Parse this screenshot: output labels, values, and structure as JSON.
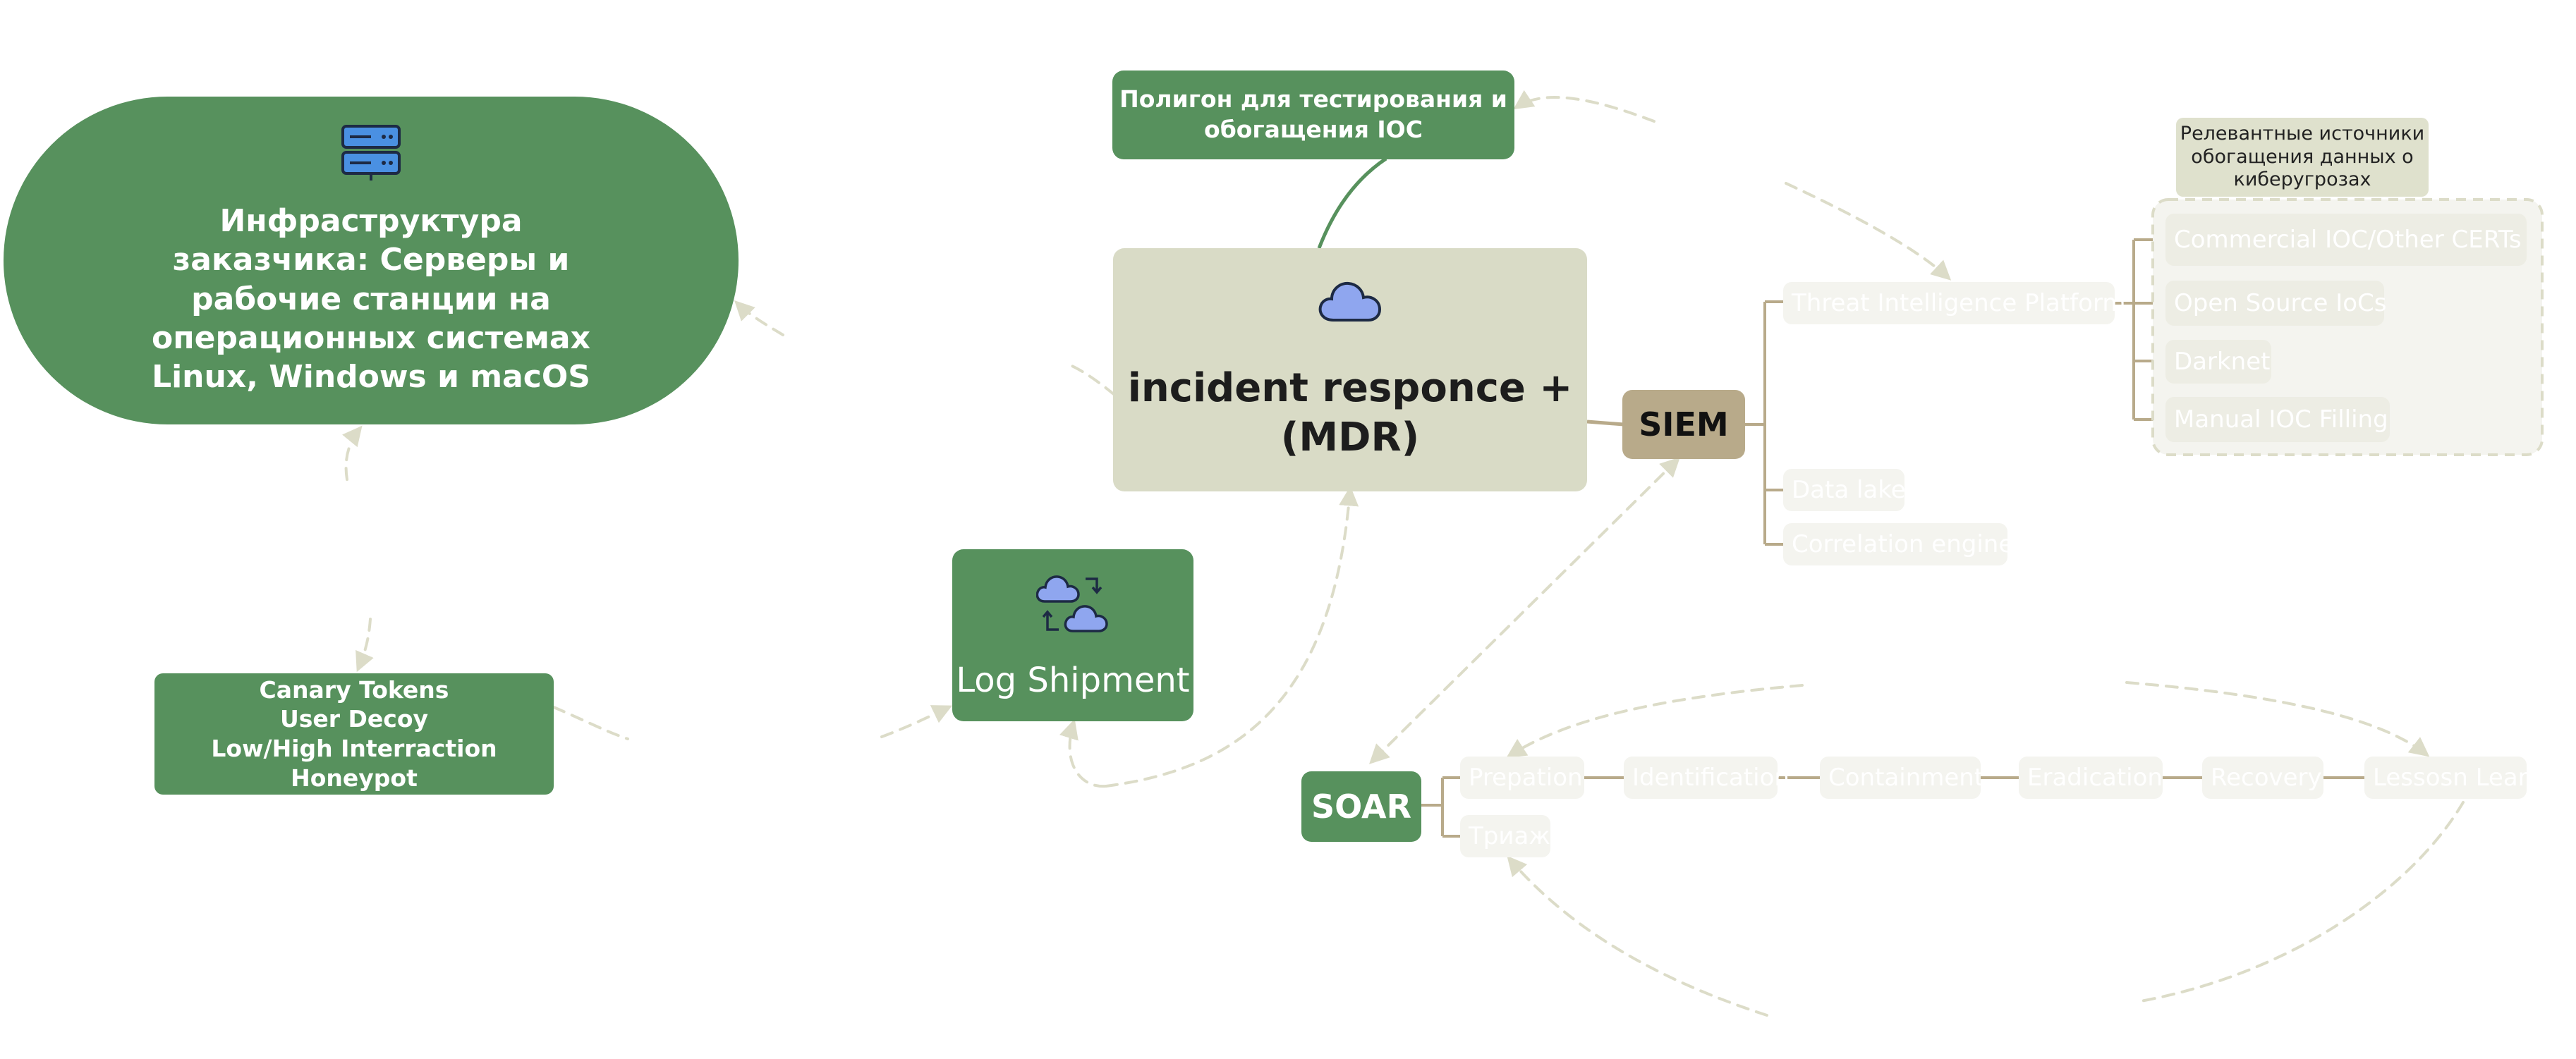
{
  "nodes": {
    "infrastructure": {
      "lines": [
        "Инфраструктура",
        "заказчика: Серверы и",
        "рабочие станции на",
        "операционных системах",
        "Linux, Windows и macOS"
      ],
      "icon": "server-icon"
    },
    "ioc_lab": {
      "lines": [
        "Полигон для тестирования и",
        "обогащения IOC"
      ]
    },
    "central": {
      "lines": [
        "incident responce +",
        "(MDR)"
      ],
      "icon": "cloud-icon"
    },
    "siem": {
      "label": "SIEM"
    },
    "threat_sources_note": {
      "lines": [
        "Релевантные источники",
        "обогащения данных о",
        "киберугрозах"
      ]
    },
    "log_shipment": {
      "label": "Log Shipment",
      "icon": "cloud-sync-icon"
    },
    "canary": {
      "lines": [
        "Canary Tokens",
        "User Decoy",
        "Low/High Interraction Honeypot"
      ]
    },
    "soar": {
      "label": "SOAR"
    }
  },
  "siem_branches": {
    "threat_intelligence_platform": "Threat Intelligence Platform",
    "data_lake": "Data lake",
    "correlation_engine": "Correlation engine"
  },
  "tip_sources": [
    "Commercial IOC/Other CERTs",
    "Open Source IoCs",
    "Darknet",
    "Manual IOC Filling"
  ],
  "soar_steps": [
    "Prepation",
    "Identification",
    "Containment",
    "Eradication",
    "Recovery",
    "Lessosn Learned"
  ],
  "soar_extra": "Триаж",
  "colors": {
    "primary_green": "#57915d",
    "beige": "#d9dbc6",
    "siem_tan": "#b8aa8a",
    "ghost_node": "#f4f4ef",
    "dashed_connector": "#dcdcc8",
    "icon_blue": "#8fa6ef"
  }
}
